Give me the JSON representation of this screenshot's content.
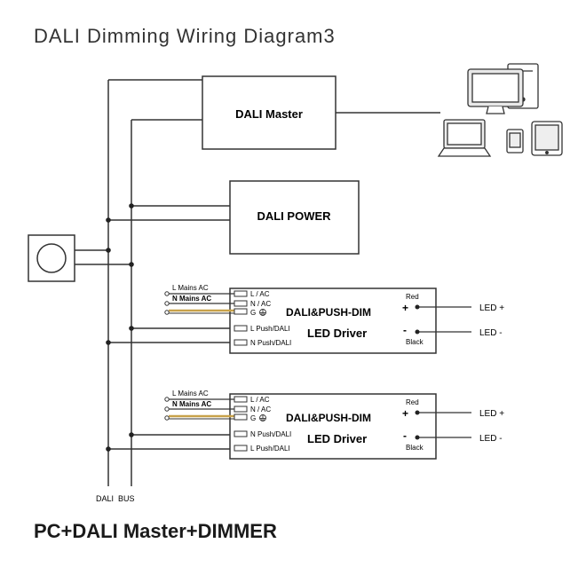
{
  "diagram": {
    "title": "DALI  Dimming  Wiring Diagram3",
    "footer": "PC+DALI Master+DIMMER",
    "dali_master": "DALI Master",
    "dali_power": "DALI POWER",
    "bus_label": "DALI  BUS",
    "drivers": [
      {
        "mains_l": "L Mains AC",
        "mains_n": "N Mains AC",
        "term_l": "L / AC",
        "term_n": "N / AC",
        "term_g": "G",
        "push1": "L Push/DALI",
        "push2": "N Push/DALI",
        "name_line1": "DALI&PUSH-DIM",
        "name_line2": "LED Driver",
        "red": "Red",
        "black": "Black",
        "plus": "+",
        "minus": "-",
        "led_plus": "LED +",
        "led_minus": "LED -"
      },
      {
        "mains_l": "L Mains AC",
        "mains_n": "N Mains AC",
        "term_l": "L / AC",
        "term_n": "N / AC",
        "term_g": "G",
        "push1": "N Push/DALI",
        "push2": "L Push/DALI",
        "name_line1": "DALI&PUSH-DIM",
        "name_line2": "LED Driver",
        "red": "Red",
        "black": "Black",
        "plus": "+",
        "minus": "-",
        "led_plus": "LED +",
        "led_minus": "LED -"
      }
    ],
    "colors": {
      "line": "#333333",
      "earth": "#c8a24a",
      "text": "#222222"
    }
  }
}
